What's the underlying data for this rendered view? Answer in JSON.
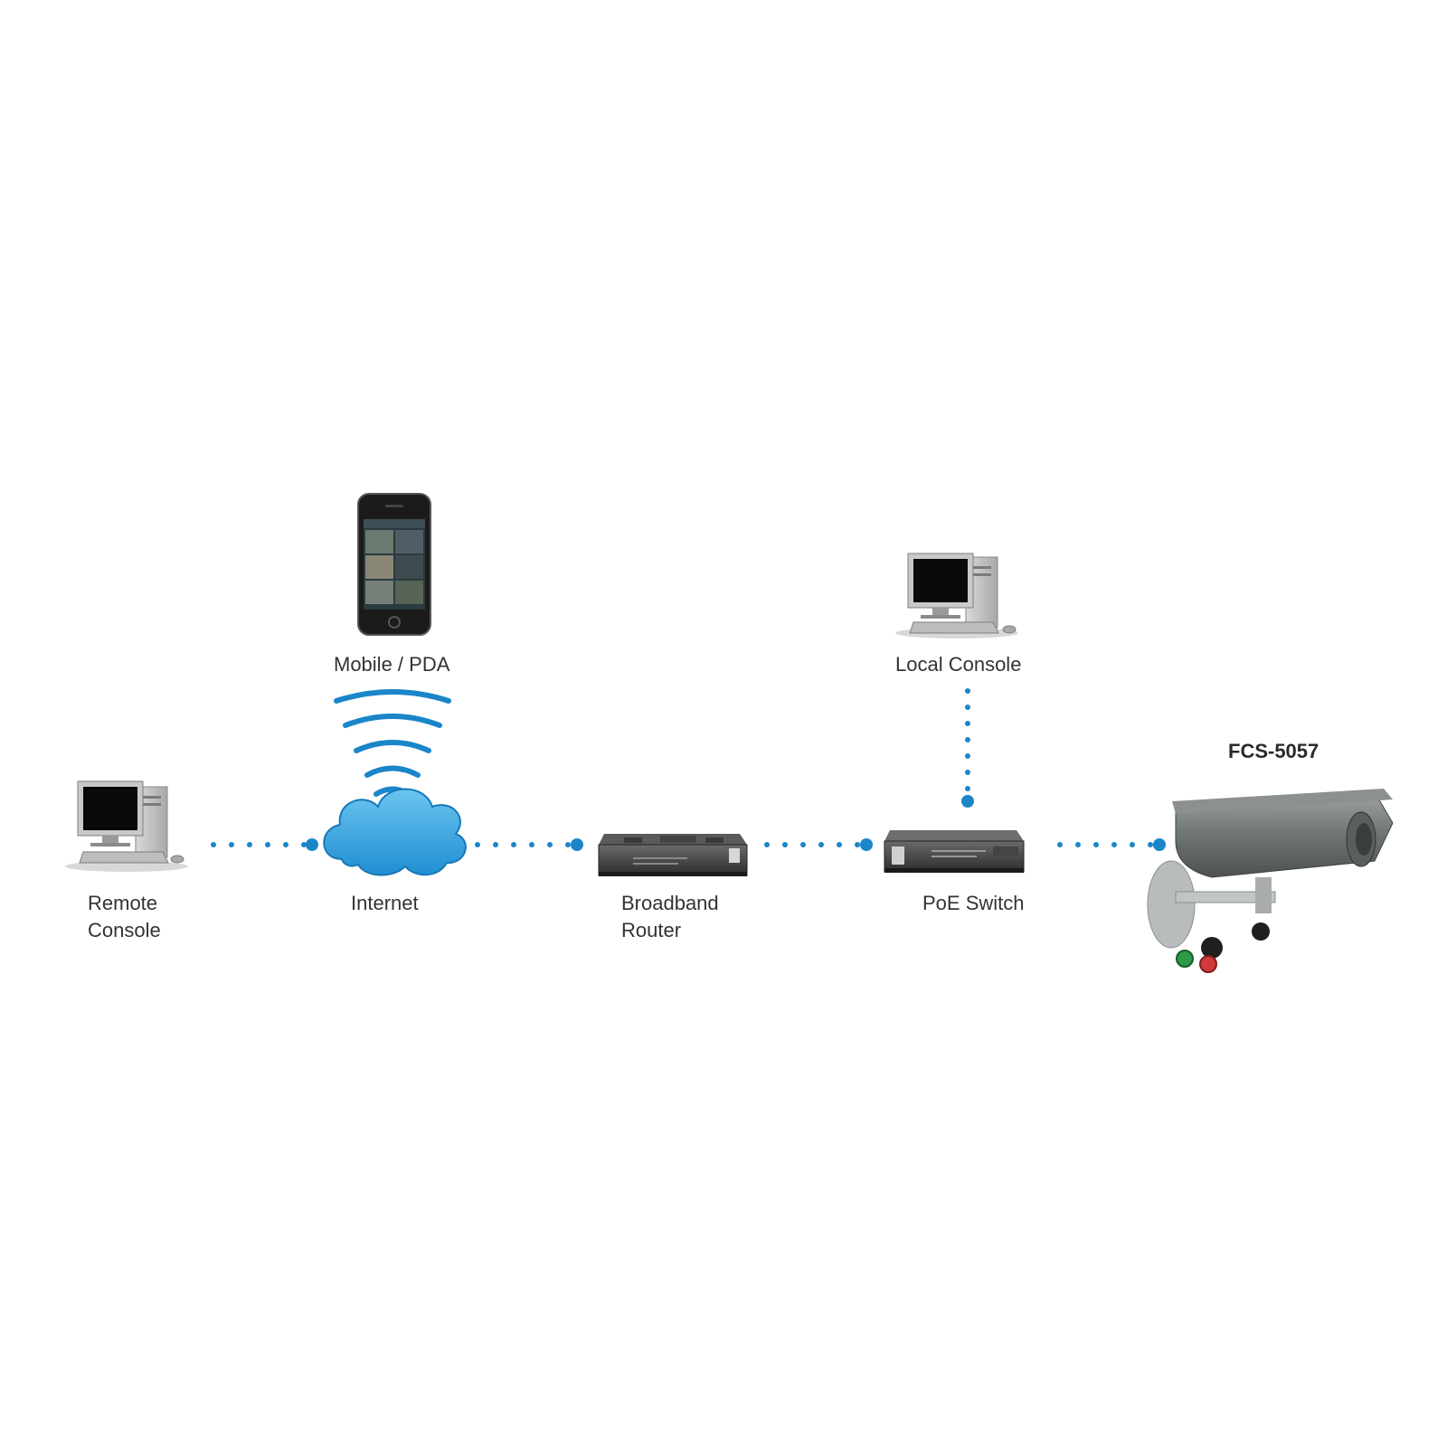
{
  "nodes": {
    "remote_console": {
      "label_line1": "Remote",
      "label_line2": "Console"
    },
    "internet": {
      "label": "Internet"
    },
    "mobile": {
      "label": "Mobile / PDA"
    },
    "router": {
      "label_line1": "Broadband",
      "label_line2": "Router"
    },
    "local_console": {
      "label": "Local Console"
    },
    "poe_switch": {
      "label": "PoE Switch"
    },
    "camera": {
      "label": "FCS-5057"
    }
  },
  "colors": {
    "connector": "#1a86c8",
    "cloud": "#3aa6e0",
    "wifi": "#1a86c8"
  }
}
